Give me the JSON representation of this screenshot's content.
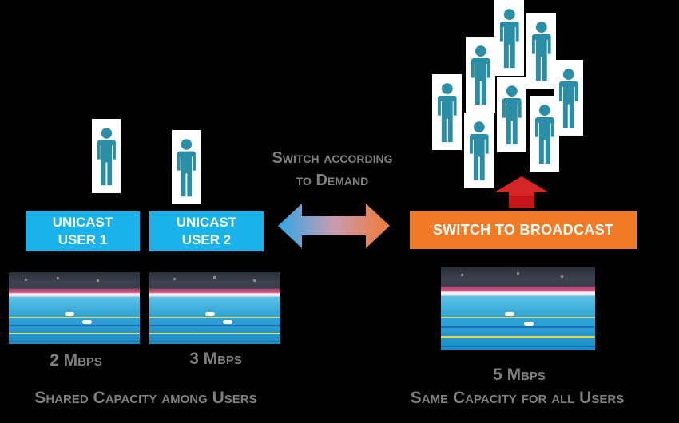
{
  "center": {
    "switch_line1": "Switch according",
    "switch_line2": "to Demand"
  },
  "left": {
    "user1_line1": "UNICAST",
    "user1_line2": "USER 1",
    "user2_line1": "UNICAST",
    "user2_line2": "USER 2",
    "rate1": "2 Mbps",
    "rate2": "3 Mbps",
    "caption": "Shared Capacity among Users"
  },
  "right": {
    "broadcast_label": "SWITCH TO BROADCAST",
    "rate": "5 Mbps",
    "caption": "Same Capacity for all Users"
  },
  "colors": {
    "unicast": "#1ab2ea",
    "broadcast": "#f07a26",
    "person": "#2a8fa6",
    "up_arrow": "#d11a1a",
    "caption": "#7f7f7f"
  },
  "icons": [
    "person-icon",
    "double-arrow-icon",
    "up-arrow-icon",
    "swimming-video-thumbnail"
  ]
}
